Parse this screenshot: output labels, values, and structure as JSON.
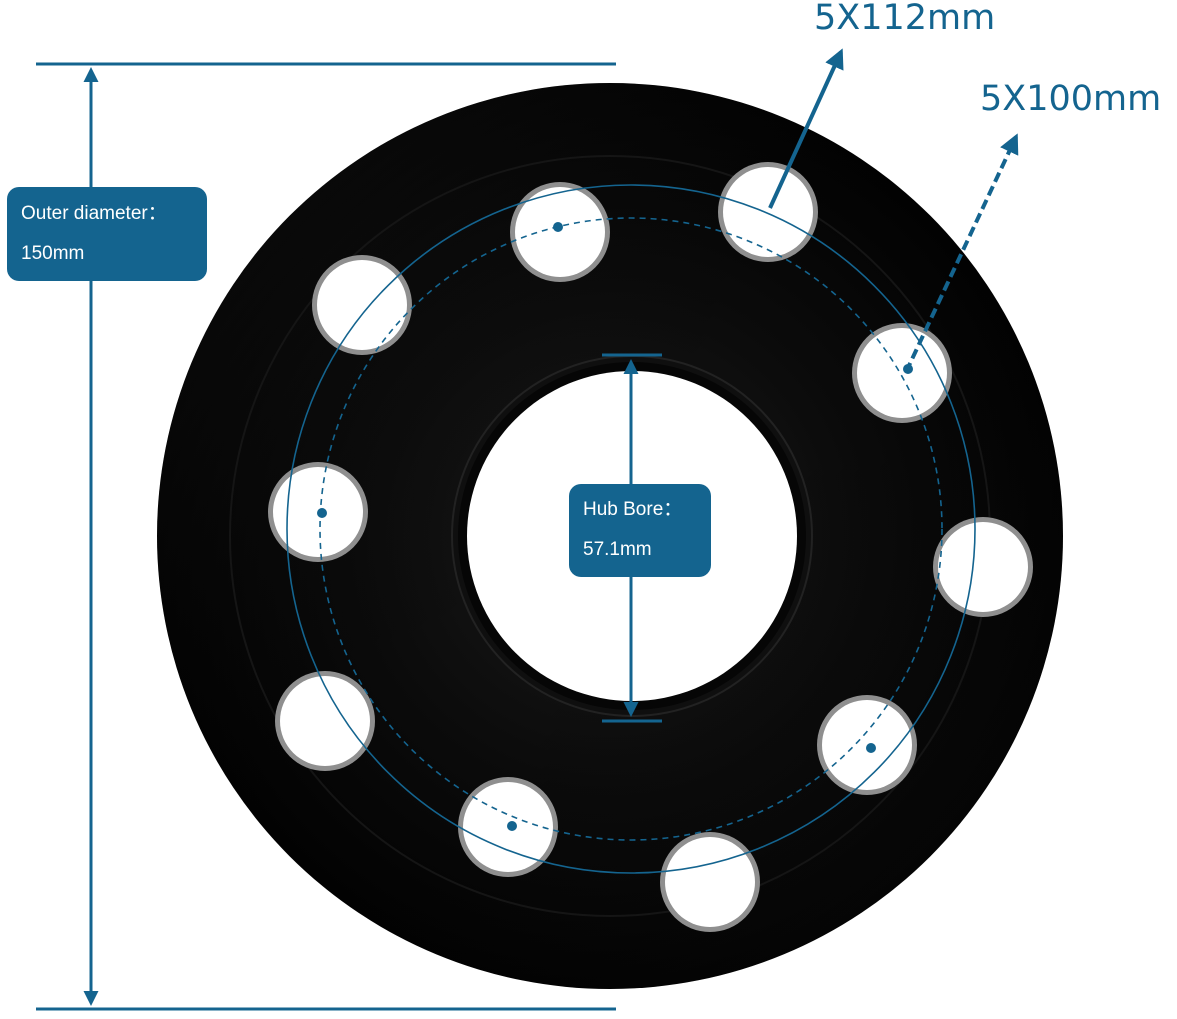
{
  "outer_diameter": {
    "label": "Outer diameter：",
    "value": "150mm"
  },
  "hub_bore": {
    "label": "Hub Bore：",
    "value": "57.1mm"
  },
  "bolt_patterns": [
    {
      "label": "5X112mm"
    },
    {
      "label": "5X100mm"
    }
  ],
  "colors": {
    "accent": "#14648f",
    "spacer": "#050505",
    "callout_text": "#ffffff",
    "background": "#ffffff"
  },
  "icons": [
    "dimension-arrow-icon",
    "leader-arrow-icon"
  ]
}
